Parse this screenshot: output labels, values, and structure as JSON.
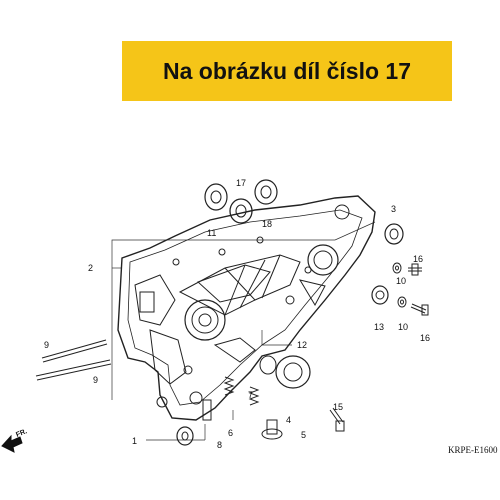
{
  "banner": {
    "text": "Na obrázku díl číslo 17",
    "background": "#f5c518"
  },
  "callouts": {
    "p1": "1",
    "p2": "2",
    "p3": "3",
    "p4": "4",
    "p5": "5",
    "p6": "6",
    "p7": "7",
    "p8": "8",
    "p9a": "9",
    "p9b": "9",
    "p10a": "10",
    "p10b": "10",
    "p11": "11",
    "p12": "12",
    "p13": "13",
    "p15": "15",
    "p16a": "16",
    "p16b": "16",
    "p17": "17",
    "p18": "18"
  },
  "front_marker": "FR.",
  "diagram_code": "KRPE-E1600",
  "highlighted_part": "17"
}
